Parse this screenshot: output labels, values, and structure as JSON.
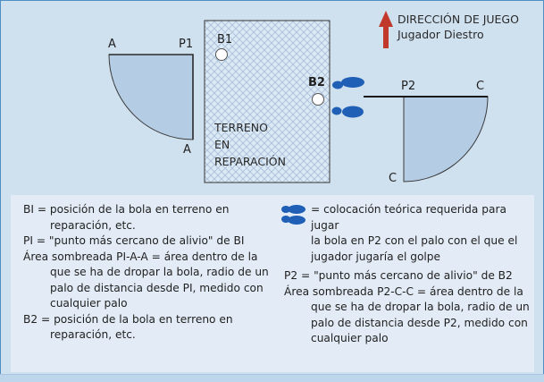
{
  "diagram": {
    "direction": {
      "title": "DIRECCIÓN DE JUEGO",
      "subtitle": "Jugador Diestro",
      "arrow_icon": "up-arrow-icon",
      "arrow_color": "#c0392b"
    },
    "zone": {
      "label_lines": [
        "TERRENO",
        "EN",
        "REPARACIÓN"
      ],
      "pattern": "crosshatch"
    },
    "balls": [
      {
        "label": "B1"
      },
      {
        "label": "B2"
      }
    ],
    "area_left": {
      "corner_label": "P1",
      "edge_labels": [
        "A",
        "A"
      ],
      "fill": "#b4cde5"
    },
    "area_right": {
      "corner_label": "P2",
      "edge_labels": [
        "C",
        "C"
      ],
      "fill": "#b4cde5"
    },
    "feet_icon": "footprints-icon",
    "feet_color": "#1f5fb5"
  },
  "legend": {
    "left": [
      {
        "head": "BI = posición de la bola en terreno en",
        "cont": [
          "reparación, etc."
        ]
      },
      {
        "head": "PI = \"punto más cercano de alivio\" de BI",
        "cont": []
      },
      {
        "head": "Área sombreada PI-A-A = área dentro de la",
        "cont": [
          "que se ha de dropar la bola, radio de un",
          "palo de distancia desde PI, medido con",
          "cualquier palo"
        ]
      },
      {
        "head": "B2 = posición de la bola en terreno en",
        "cont": [
          "reparación, etc."
        ]
      }
    ],
    "right": [
      {
        "head": "= colocación teórica requerida para jugar",
        "cont": [
          "la bola en P2 con el palo con el que el",
          "jugador jugaría el golpe"
        ]
      },
      {
        "head": "P2 = \"punto más cercano de alivio\" de B2",
        "cont": []
      },
      {
        "head": "Área sombreada P2-C-C = área dentro de la",
        "cont": [
          "que se ha de dropar la bola, radio de un",
          "palo de distancia desde P2, medido con",
          "cualquier palo"
        ]
      }
    ]
  }
}
